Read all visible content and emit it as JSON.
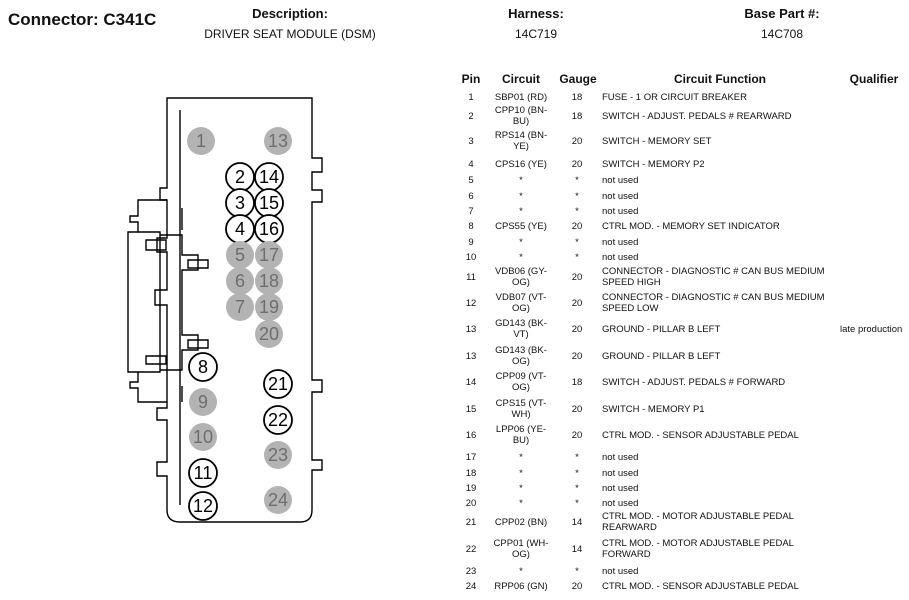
{
  "header": {
    "connector_label": "Connector: C341C",
    "description_label": "Description:",
    "description_value": "DRIVER SEAT MODULE (DSM)",
    "harness_label": "Harness:",
    "harness_value": "14C719",
    "base_part_label": "Base Part #:",
    "base_part_value": "14C708"
  },
  "table": {
    "headers": [
      "Pin",
      "Circuit",
      "Gauge",
      "Circuit Function",
      "Qualifier"
    ],
    "rows": [
      {
        "pin": "1",
        "circuit": "SBP01 (RD)",
        "gauge": "18",
        "function": "FUSE - 1 OR CIRCUIT BREAKER",
        "qualifier": ""
      },
      {
        "pin": "2",
        "circuit": "CPP10 (BN-BU)",
        "gauge": "18",
        "function": "SWITCH - ADJUST. PEDALS # REARWARD",
        "qualifier": ""
      },
      {
        "pin": "3",
        "circuit": "RPS14 (BN-YE)",
        "gauge": "20",
        "function": "SWITCH - MEMORY SET",
        "qualifier": ""
      },
      {
        "pin": "4",
        "circuit": "CPS16 (YE)",
        "gauge": "20",
        "function": "SWITCH - MEMORY P2",
        "qualifier": ""
      },
      {
        "pin": "5",
        "circuit": "*",
        "gauge": "*",
        "function": "not used",
        "qualifier": ""
      },
      {
        "pin": "6",
        "circuit": "*",
        "gauge": "*",
        "function": "not used",
        "qualifier": ""
      },
      {
        "pin": "7",
        "circuit": "*",
        "gauge": "*",
        "function": "not used",
        "qualifier": ""
      },
      {
        "pin": "8",
        "circuit": "CPS55 (YE)",
        "gauge": "20",
        "function": "CTRL MOD. - MEMORY SET INDICATOR",
        "qualifier": ""
      },
      {
        "pin": "9",
        "circuit": "*",
        "gauge": "*",
        "function": "not used",
        "qualifier": ""
      },
      {
        "pin": "10",
        "circuit": "*",
        "gauge": "*",
        "function": "not used",
        "qualifier": ""
      },
      {
        "pin": "11",
        "circuit": "VDB06 (GY-OG)",
        "gauge": "20",
        "function": "CONNECTOR - DIAGNOSTIC # CAN BUS MEDIUM SPEED HIGH",
        "qualifier": ""
      },
      {
        "pin": "12",
        "circuit": "VDB07 (VT-OG)",
        "gauge": "20",
        "function": "CONNECTOR - DIAGNOSTIC # CAN BUS MEDIUM SPEED LOW",
        "qualifier": ""
      },
      {
        "pin": "13",
        "circuit": "GD143 (BK-VT)",
        "gauge": "20",
        "function": "GROUND - PILLAR B LEFT",
        "qualifier": "late production"
      },
      {
        "pin": "13",
        "circuit": "GD143 (BK-OG)",
        "gauge": "20",
        "function": "GROUND - PILLAR B LEFT",
        "qualifier": ""
      },
      {
        "pin": "14",
        "circuit": "CPP09 (VT-OG)",
        "gauge": "18",
        "function": "SWITCH - ADJUST. PEDALS # FORWARD",
        "qualifier": ""
      },
      {
        "pin": "15",
        "circuit": "CPS15 (VT-WH)",
        "gauge": "20",
        "function": "SWITCH - MEMORY P1",
        "qualifier": ""
      },
      {
        "pin": "16",
        "circuit": "LPP06 (YE-BU)",
        "gauge": "20",
        "function": "CTRL MOD. - SENSOR ADJUSTABLE PEDAL",
        "qualifier": ""
      },
      {
        "pin": "17",
        "circuit": "*",
        "gauge": "*",
        "function": "not used",
        "qualifier": ""
      },
      {
        "pin": "18",
        "circuit": "*",
        "gauge": "*",
        "function": "not used",
        "qualifier": ""
      },
      {
        "pin": "19",
        "circuit": "*",
        "gauge": "*",
        "function": "not used",
        "qualifier": ""
      },
      {
        "pin": "20",
        "circuit": "*",
        "gauge": "*",
        "function": "not used",
        "qualifier": ""
      },
      {
        "pin": "21",
        "circuit": "CPP02 (BN)",
        "gauge": "14",
        "function": "CTRL MOD. - MOTOR ADJUSTABLE PEDAL REARWARD",
        "qualifier": ""
      },
      {
        "pin": "22",
        "circuit": "CPP01 (WH-OG)",
        "gauge": "14",
        "function": "CTRL MOD. - MOTOR ADJUSTABLE PEDAL FORWARD",
        "qualifier": ""
      },
      {
        "pin": "23",
        "circuit": "*",
        "gauge": "*",
        "function": "not used",
        "qualifier": ""
      },
      {
        "pin": "24",
        "circuit": "RPP06 (GN)",
        "gauge": "20",
        "function": "CTRL MOD. - SENSOR ADJUSTABLE PEDAL",
        "qualifier": ""
      }
    ]
  },
  "connector_pins": [
    {
      "label": "1",
      "used": false
    },
    {
      "label": "2",
      "used": true
    },
    {
      "label": "3",
      "used": true
    },
    {
      "label": "4",
      "used": true
    },
    {
      "label": "5",
      "used": false
    },
    {
      "label": "6",
      "used": false
    },
    {
      "label": "7",
      "used": false
    },
    {
      "label": "8",
      "used": true
    },
    {
      "label": "9",
      "used": false
    },
    {
      "label": "10",
      "used": false
    },
    {
      "label": "11",
      "used": true
    },
    {
      "label": "12",
      "used": true
    },
    {
      "label": "13",
      "used": false
    },
    {
      "label": "14",
      "used": true
    },
    {
      "label": "15",
      "used": true
    },
    {
      "label": "16",
      "used": true
    },
    {
      "label": "17",
      "used": false
    },
    {
      "label": "18",
      "used": false
    },
    {
      "label": "19",
      "used": false
    },
    {
      "label": "20",
      "used": false
    },
    {
      "label": "21",
      "used": true
    },
    {
      "label": "22",
      "used": true
    },
    {
      "label": "23",
      "used": false
    },
    {
      "label": "24",
      "used": false
    }
  ],
  "colors": {
    "unused_pin_fill": "#b3b3b3",
    "unused_pin_text": "#6e6e6e",
    "line": "#000000"
  }
}
